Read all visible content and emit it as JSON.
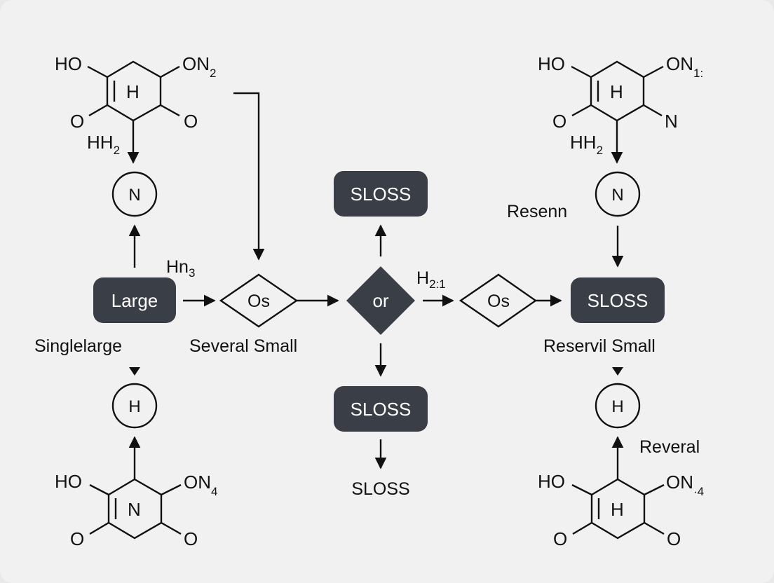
{
  "molecules": {
    "top_left": {
      "oh": "HO",
      "o_left": "O",
      "h2_main": "HH",
      "h2_sub": "2",
      "center": "H",
      "n_main": "ON",
      "n_sub": "2",
      "o_right": "O"
    },
    "top_right": {
      "oh": "HO",
      "o_left": "O",
      "h2_main": "HH",
      "h2_sub": "2",
      "center": "H",
      "n_main": "ON",
      "n_sub": "1:",
      "n_right": "N"
    },
    "bottom_left": {
      "oh": "HO",
      "o_left": "O",
      "center": "N",
      "n_main": "ON",
      "n_sub": "4",
      "o_right": "O"
    },
    "bottom_right": {
      "oh": "HO",
      "o_left": "O",
      "center": "H",
      "n_main": "ON",
      "n_sub": "·4",
      "o_right": "O"
    }
  },
  "circles": {
    "left_n": "N",
    "left_h": "H",
    "right_n": "N",
    "right_h": "H"
  },
  "boxes": {
    "large": "Large",
    "top_sloss": "SLOSS",
    "bottom_sloss": "SLOSS",
    "right_sloss": "SLOSS"
  },
  "diamonds": {
    "left_os": "Os",
    "center_or": "or",
    "right_os": "Os"
  },
  "labels": {
    "hn3_main": "Hn",
    "hn3_sub": "3",
    "h21_main": "H",
    "h21_sub": "2:1",
    "singlelarge": "Singlelarge",
    "several_small": "Several Small",
    "reservil_small": "Reservil Small",
    "resenn": "Resenn",
    "reveral": "Reveral",
    "sloss_plain": "SLOSS"
  }
}
